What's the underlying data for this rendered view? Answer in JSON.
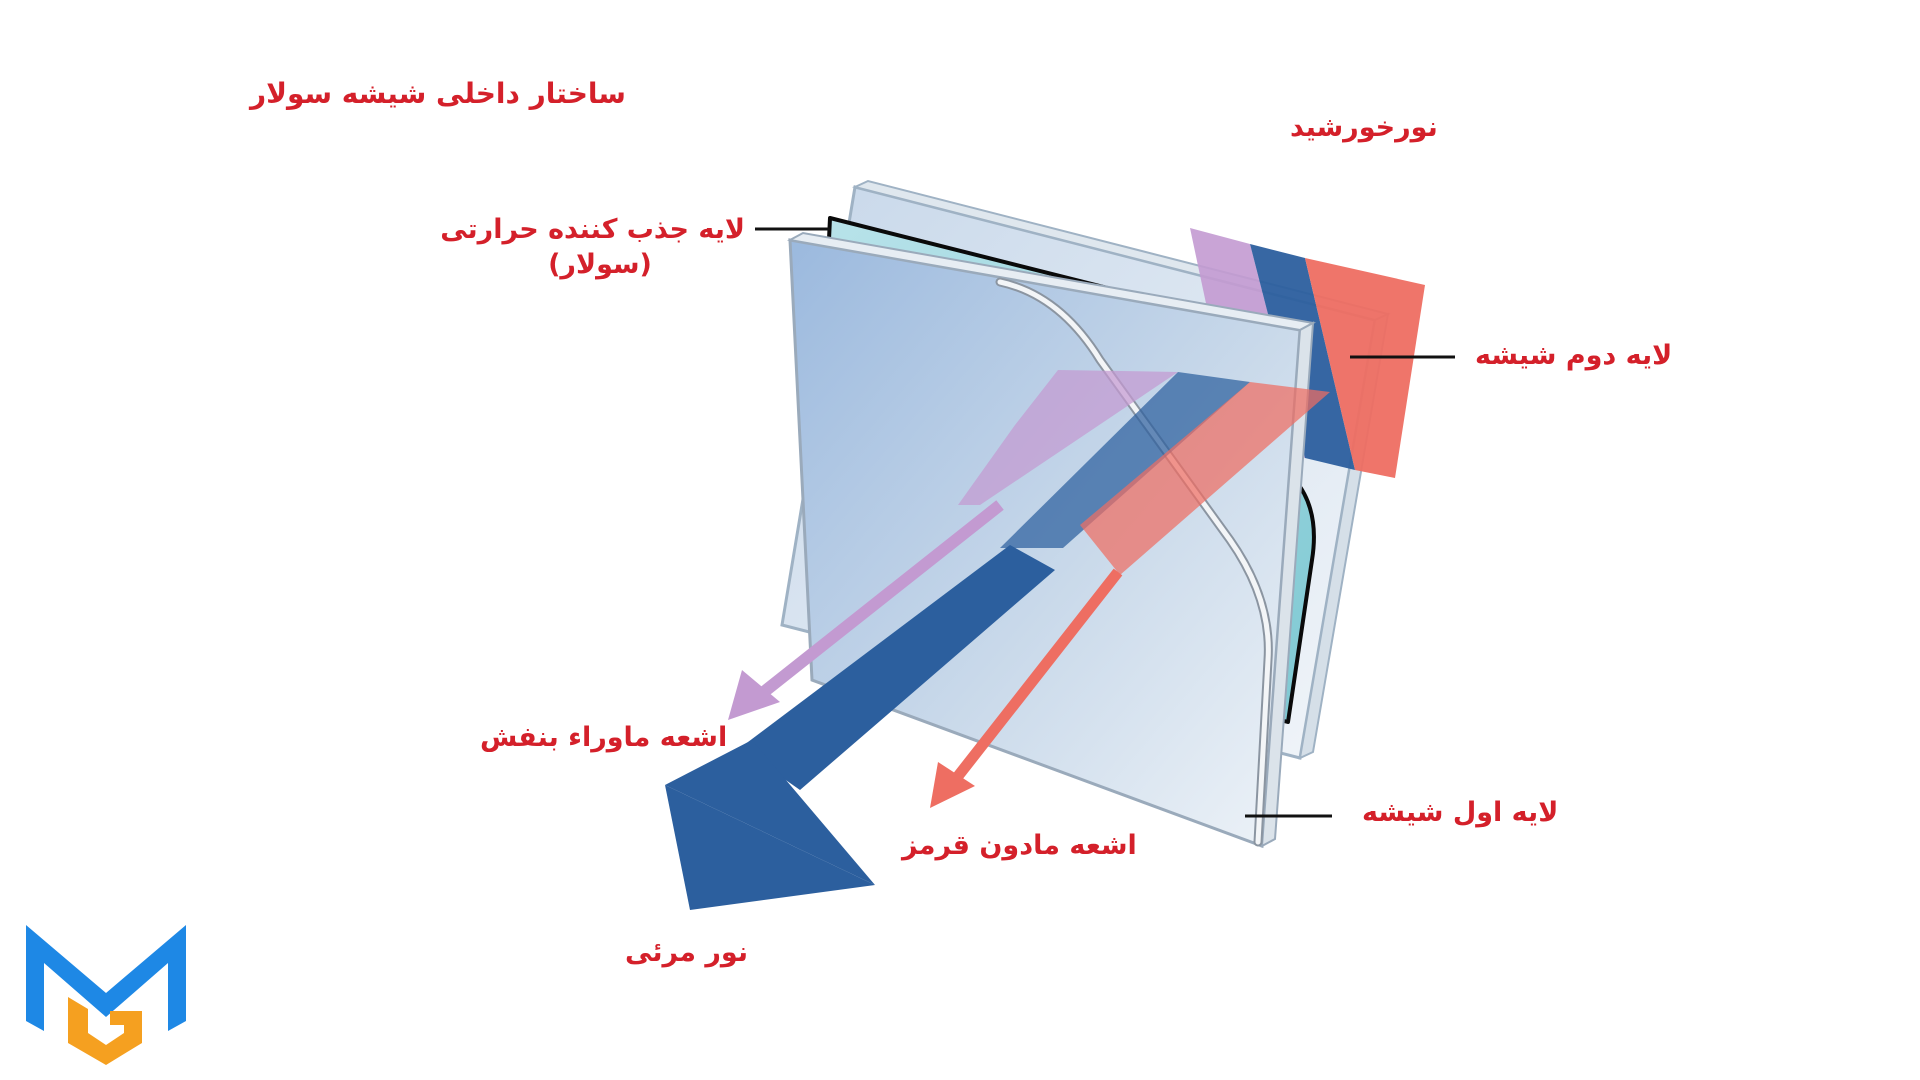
{
  "diagram": {
    "title": "ساختار داخلی شیشه سولار",
    "labels": {
      "sunlight": "نورخورشید",
      "absorber_line1": "لایه جذب کننده حرارتی",
      "absorber_line2": "(سولار)",
      "second_layer": "لایه دوم شیشه",
      "first_layer": "لایه اول شیشه",
      "ultraviolet": "اشعه ماوراء بنفش",
      "infrared": "اشعه مادون قرمز",
      "visible_light": "نور مرئی"
    },
    "colors": {
      "label": "#d4202a",
      "uv_beam": "#c39ad1",
      "visible_beam": "#2c5f9e",
      "infrared_beam": "#ee6e62",
      "glass_front": "#b6cde6",
      "glass_back": "#e2ebf2",
      "absorber": "#8fd0d8",
      "logo_blue": "#1e88e5",
      "logo_orange": "#f5a020"
    }
  }
}
